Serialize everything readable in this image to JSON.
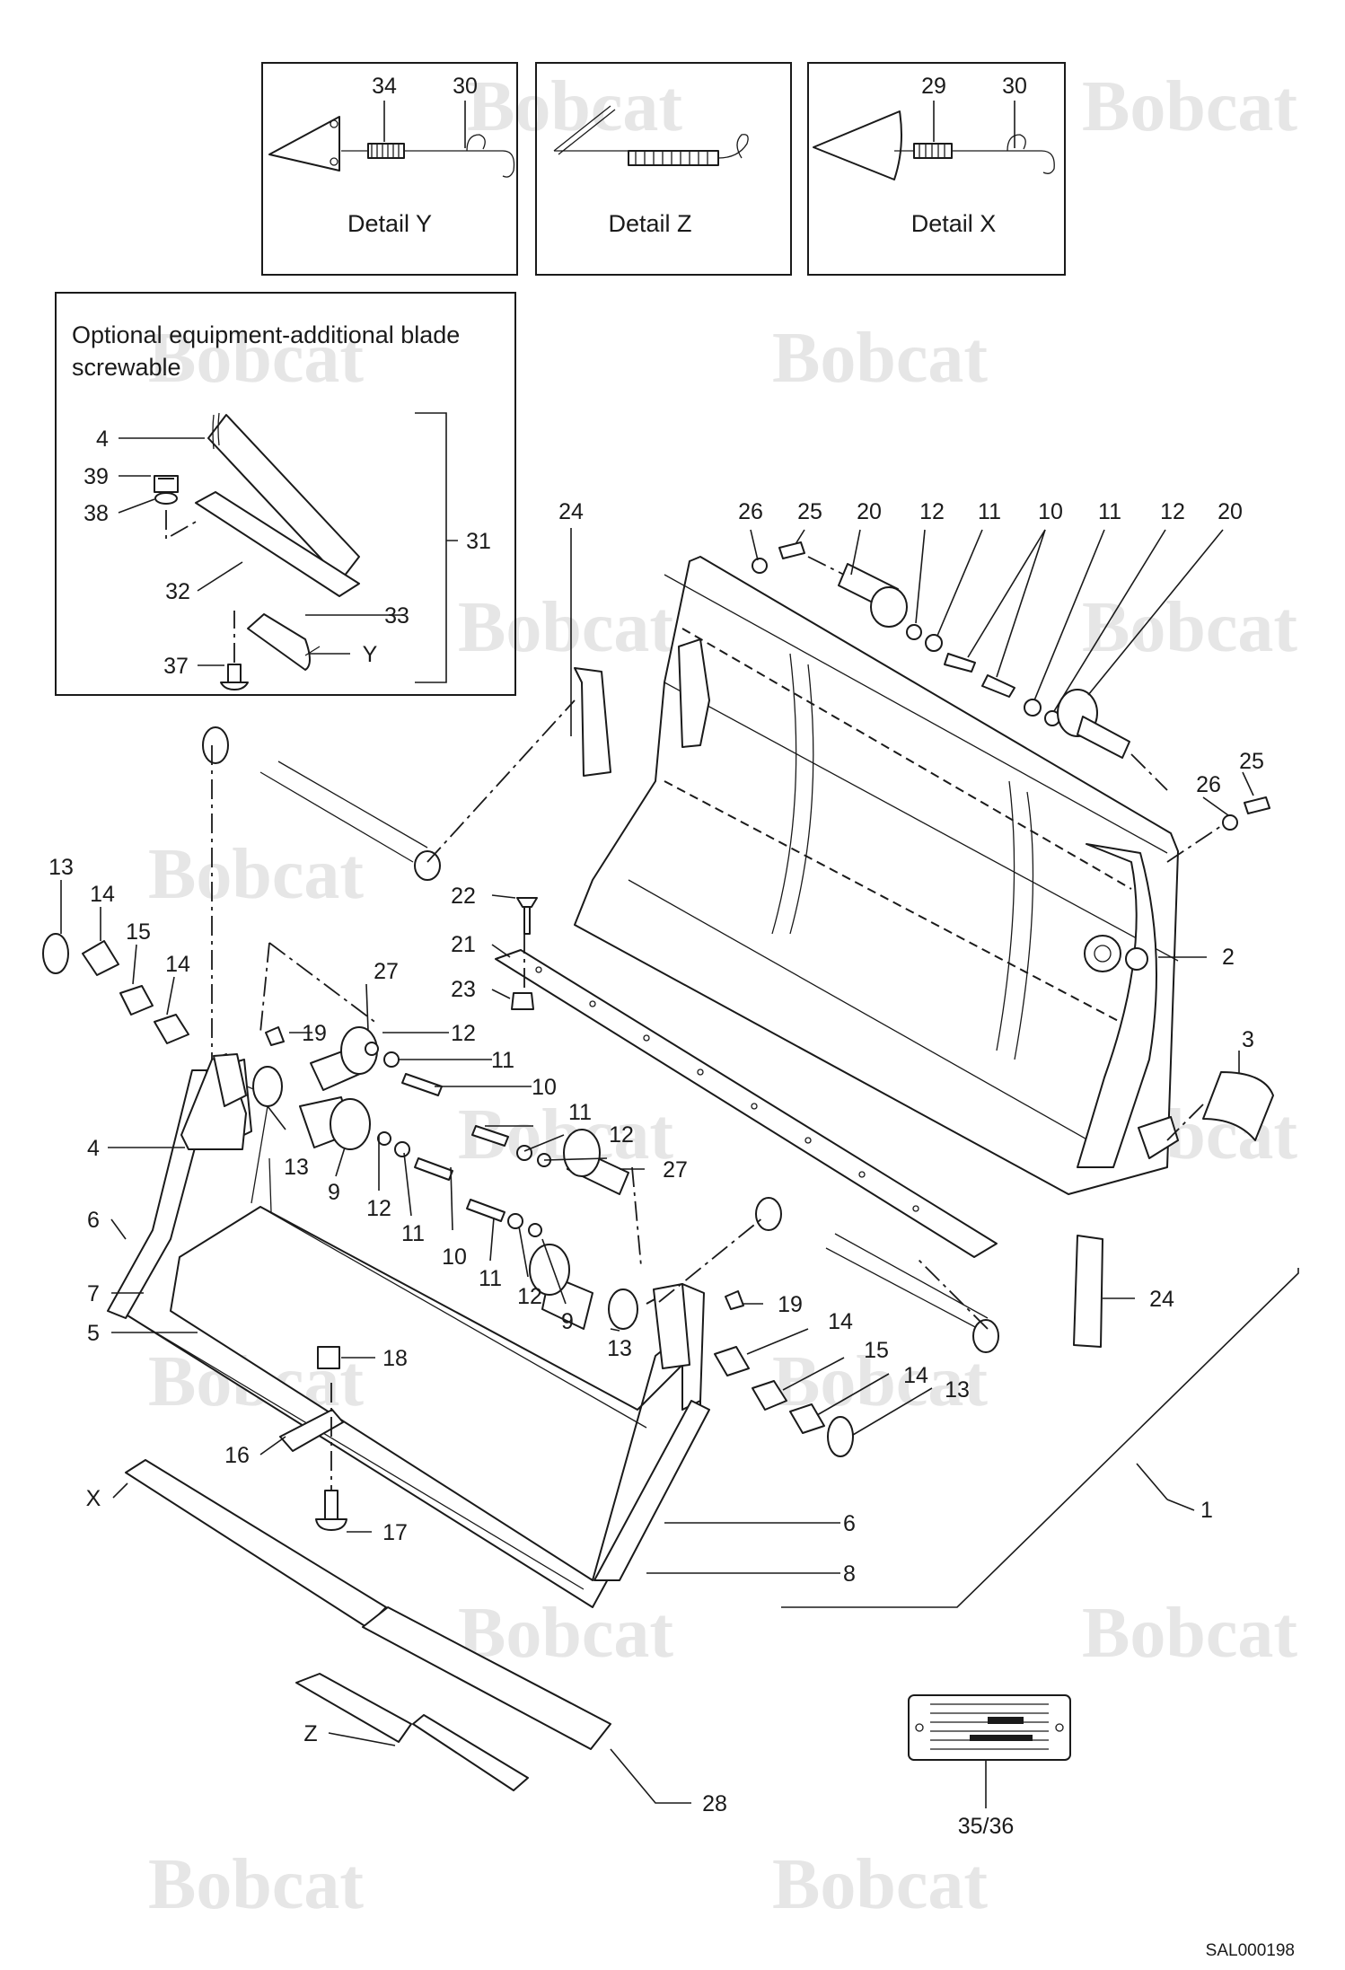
{
  "watermark_text": "Bobcat",
  "drawing_id": "SAL000198",
  "details": [
    {
      "caption": "Detail Y",
      "callouts": [
        "34",
        "30"
      ]
    },
    {
      "caption": "Detail Z",
      "callouts": []
    },
    {
      "caption": "Detail X",
      "callouts": [
        "29",
        "30"
      ]
    }
  ],
  "optional_box": {
    "title_line1": "Optional equipment-additional blade",
    "title_line2": "screwable",
    "callouts": [
      "4",
      "39",
      "38",
      "32",
      "37",
      "33",
      "Y",
      "31"
    ]
  },
  "callouts": [
    "24",
    "26",
    "25",
    "20",
    "12",
    "11",
    "10",
    "11",
    "12",
    "20",
    "26",
    "25",
    "2",
    "3",
    "22",
    "21",
    "23",
    "13",
    "14",
    "15",
    "14",
    "27",
    "19",
    "12",
    "11",
    "10",
    "11",
    "12",
    "27",
    "4",
    "13",
    "9",
    "12",
    "11",
    "10",
    "11",
    "12",
    "9",
    "13",
    "19",
    "6",
    "7",
    "5",
    "18",
    "14",
    "15",
    "14",
    "13",
    "16",
    "X",
    "17",
    "6",
    "8",
    "1",
    "24",
    "Z",
    "28",
    "35/36"
  ],
  "nameplate_caption": "35/36"
}
